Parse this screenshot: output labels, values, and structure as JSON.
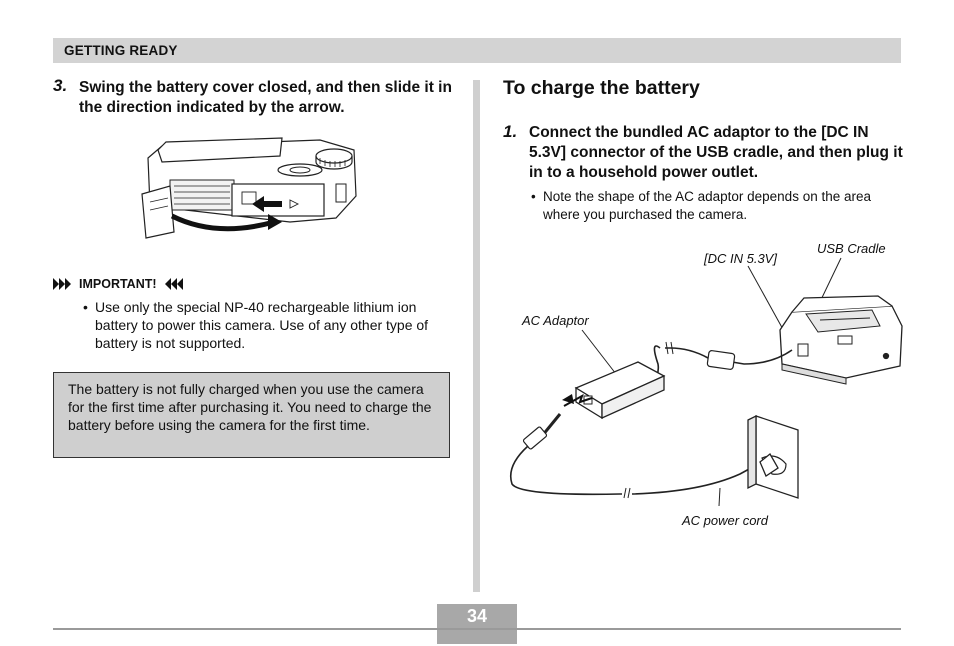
{
  "header": {
    "section": "GETTING READY"
  },
  "left": {
    "step": {
      "number": "3.",
      "text": "Swing the battery cover closed, and then slide it in the direction indicated by the arrow."
    },
    "important": {
      "label": "IMPORTANT!",
      "items": [
        "Use only the special NP-40 rechargeable lithium ion battery to power this camera. Use of any other type of battery is not supported."
      ]
    },
    "note": "The battery is not fully charged when you use the camera for the first time after purchasing it. You need to charge the battery before using the camera for the first time."
  },
  "right": {
    "title": "To charge the battery",
    "step": {
      "number": "1.",
      "text": "Connect the bundled AC adaptor to the [DC IN 5.3V] connector of the USB cradle, and then plug it in to a household power outlet."
    },
    "bullets": [
      "Note the shape of the AC adaptor depends on the area where you purchased the camera."
    ],
    "diagram_labels": {
      "usb_cradle": "USB Cradle",
      "dc_in": "[DC IN 5.3V]",
      "ac_adaptor": "AC Adaptor",
      "ac_power_cord": "AC power cord"
    }
  },
  "footer": {
    "page_number": "34"
  }
}
